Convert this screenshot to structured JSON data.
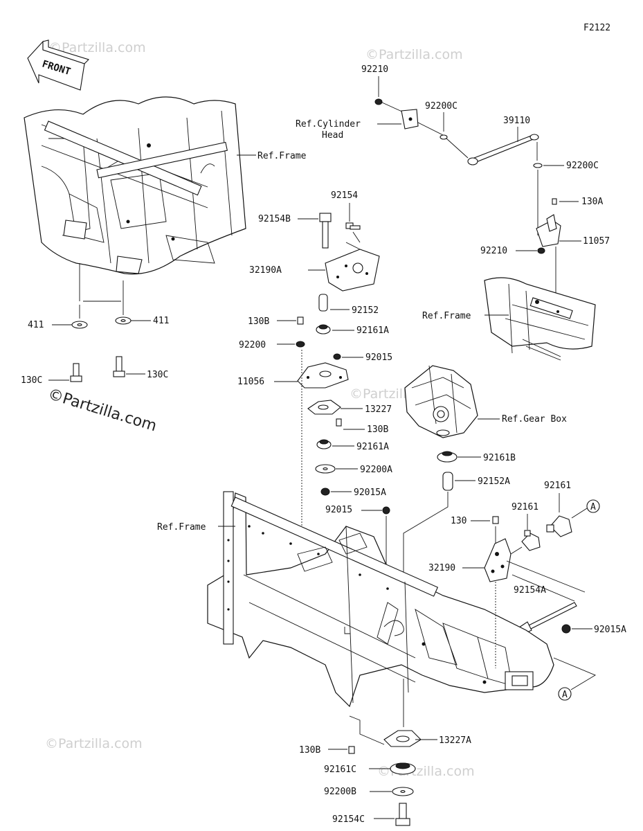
{
  "diagram_code": "F2122",
  "front_label": "FRONT",
  "watermarks": {
    "small": "©Partzilla.com",
    "main": "©Partzilla.com"
  },
  "refs": {
    "frame_top": "Ref.Frame",
    "frame_right": "Ref.Frame",
    "frame_main": "Ref.Frame",
    "cylinder_head_line1": "Ref.Cylinder",
    "cylinder_head_line2": "Head",
    "gear_box": "Ref.Gear Box"
  },
  "callout_letter": "A",
  "parts": {
    "p92210_top": "92210",
    "p92200C_a": "92200C",
    "p39110": "39110",
    "p92200C_b": "92200C",
    "p130A": "130A",
    "p11057": "11057",
    "p92210_b": "92210",
    "p92154": "92154",
    "p92154B": "92154B",
    "p32190A": "32190A",
    "p92152": "92152",
    "p130B_a": "130B",
    "p92161A_a": "92161A",
    "p92200": "92200",
    "p92015_a": "92015",
    "p11056": "11056",
    "p13227": "13227",
    "p130B_b": "130B",
    "p92161A_b": "92161A",
    "p92200A": "92200A",
    "p92015A_a": "92015A",
    "p92161B": "92161B",
    "p92152A": "92152A",
    "p92015_b": "92015",
    "p130": "130",
    "p92161_a": "92161",
    "p92161_b": "92161",
    "p32190": "32190",
    "p92154A": "92154A",
    "p92015A_b": "92015A",
    "p411_a": "411",
    "p411_b": "411",
    "p130C_a": "130C",
    "p130C_b": "130C",
    "p13227A": "13227A",
    "p130B_c": "130B",
    "p92161C": "92161C",
    "p92200B": "92200B",
    "p92154C": "92154C"
  }
}
